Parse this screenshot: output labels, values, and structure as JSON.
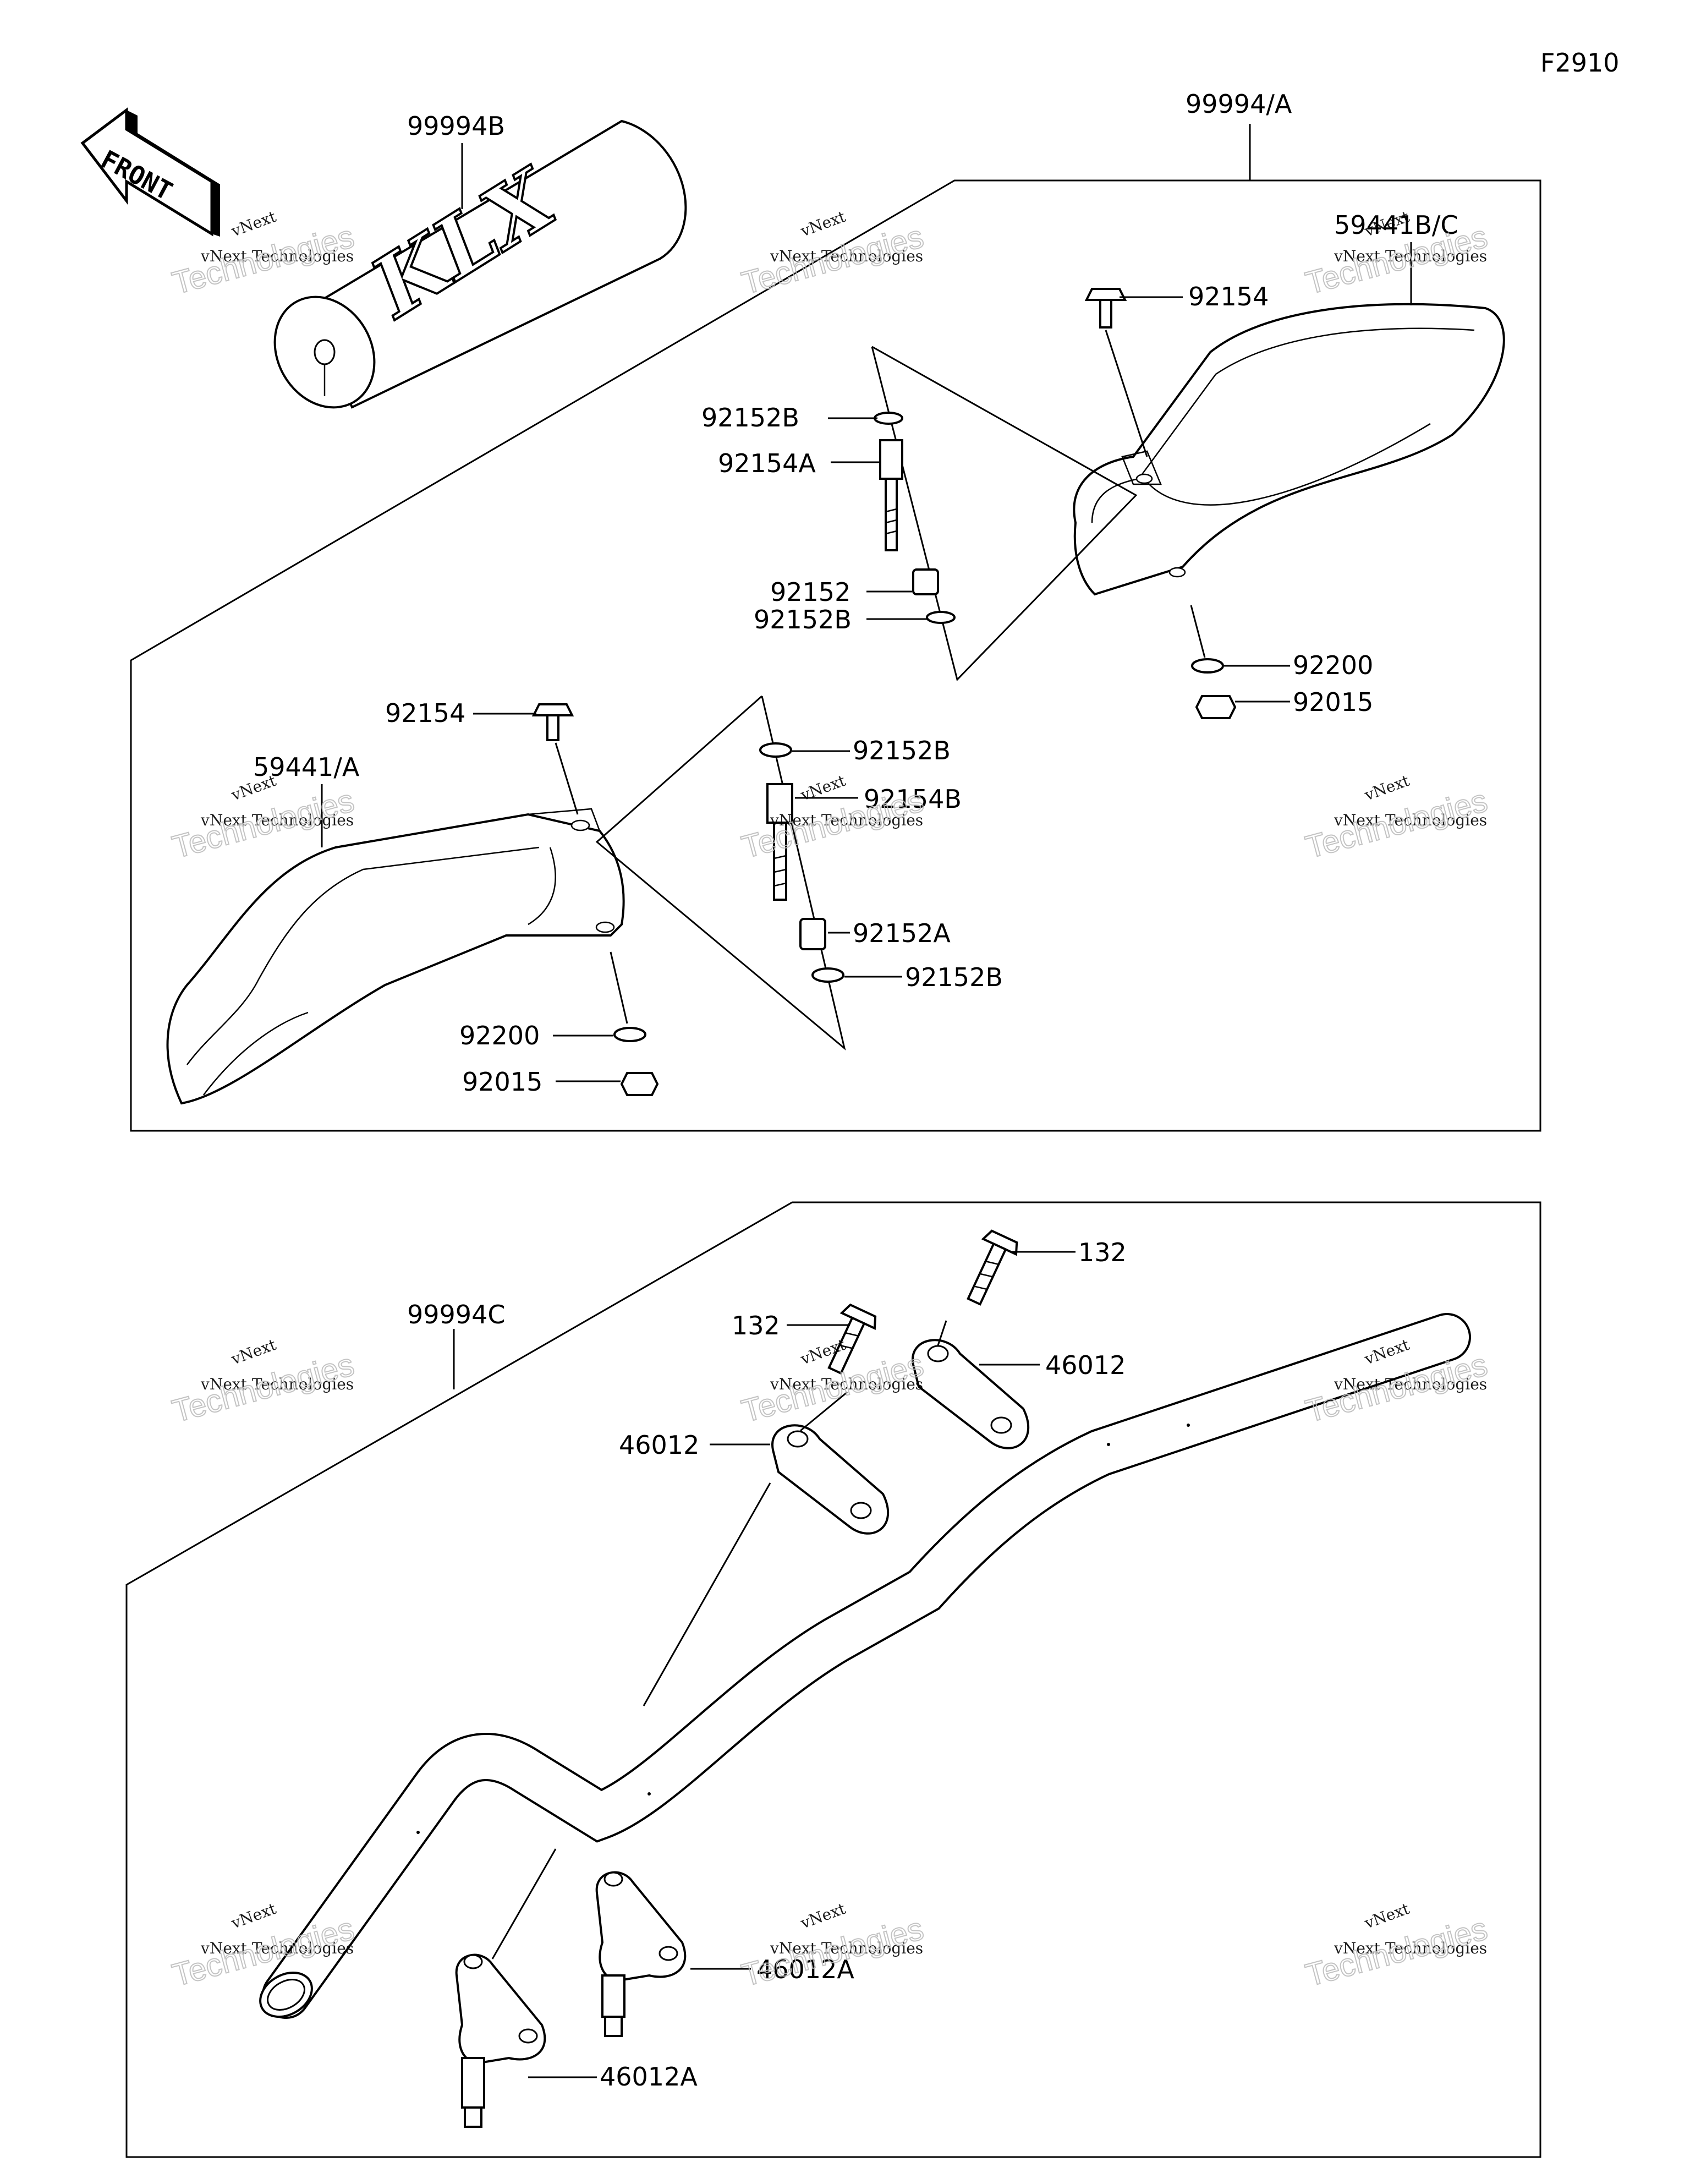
{
  "figure_code": "F2910",
  "front_label": "FRONT",
  "pad_logo": "KLX",
  "watermark": {
    "top": "vNext",
    "line": "vNext Technologies",
    "big": "Technologies"
  },
  "callouts": {
    "c99994B": "99994B",
    "c99994A": "99994/A",
    "c59441BC": "59441B/C",
    "c92154_r": "92154",
    "c92152B_1": "92152B",
    "c92154A": "92154A",
    "c92152": "92152",
    "c92152B_2": "92152B",
    "c92200_r": "92200",
    "c92015_r": "92015",
    "c92154_l": "92154",
    "c59441A": "59441/A",
    "c92152B_3": "92152B",
    "c92154B": "92154B",
    "c92152A": "92152A",
    "c92152B_4": "92152B",
    "c92200_l": "92200",
    "c92015_l": "92015",
    "c99994C": "99994C",
    "c132_r": "132",
    "c132_l": "132",
    "c46012_r": "46012",
    "c46012_l": "46012",
    "c46012A_r": "46012A",
    "c46012A_l": "46012A"
  }
}
